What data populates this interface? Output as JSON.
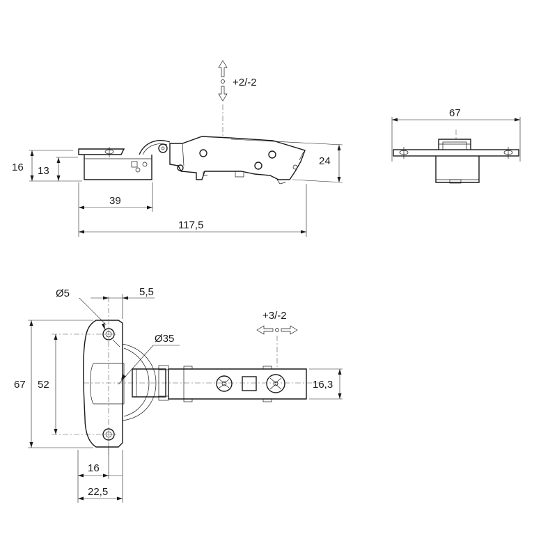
{
  "side_view": {
    "adjust_label": "+2/-2",
    "dim_height_total": "16",
    "dim_height_cup": "13",
    "dim_arm_height": "24",
    "dim_cup_length": "39",
    "dim_total_length": "117,5"
  },
  "end_view": {
    "dim_plate_width": "67"
  },
  "plan_view": {
    "hole_diameter": "Ø5",
    "hole_offset": "5,5",
    "cup_diameter": "Ø35",
    "adjust_label": "+3/-2",
    "plate_height": "67",
    "hole_spacing": "52",
    "arm_width": "16,3",
    "hole_inset": "16",
    "plate_depth": "22,5"
  }
}
